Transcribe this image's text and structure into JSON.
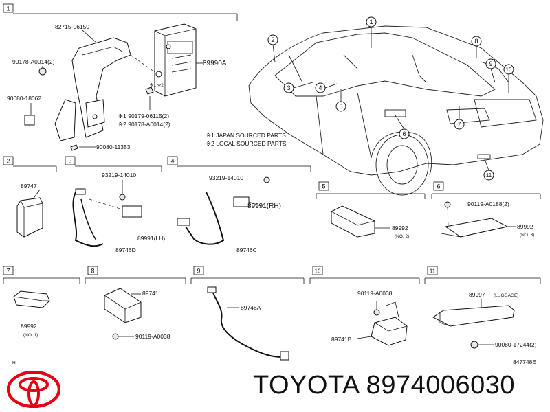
{
  "sections": [
    {
      "num": "1"
    },
    {
      "num": "2"
    },
    {
      "num": "3"
    },
    {
      "num": "4"
    },
    {
      "num": "5"
    },
    {
      "num": "6"
    },
    {
      "num": "7"
    },
    {
      "num": "8"
    },
    {
      "num": "9"
    },
    {
      "num": "10"
    },
    {
      "num": "11"
    }
  ],
  "section1": {
    "bracket": "82715-06150",
    "ecu": "89990A",
    "nut": "90178-A0014(2)",
    "clip": "90080-18062",
    "bolt": "90080-11353",
    "note1": "※1  90179-06115(2)",
    "note2": "※2  90178-A0014(2)"
  },
  "legend": {
    "line1": "※1 JAPAN SOURCED PARTS",
    "line2": "※2 LOCAL SOURCED PARTS"
  },
  "car_callouts": [
    "1",
    "2",
    "3",
    "4",
    "5",
    "6",
    "7",
    "8",
    "9",
    "10",
    "11"
  ],
  "section2": {
    "part": "89747"
  },
  "section3": {
    "screw": "93219-14010",
    "sensor": "89991(LH)",
    "harness": "89746D"
  },
  "section4": {
    "screw": "93219-14010",
    "sensor": "89991(RH)",
    "harness": "89746C"
  },
  "section5": {
    "part": "89992",
    "note": "(NO. 2)"
  },
  "section6": {
    "bolt": "90119-A0188(2)",
    "part": "89992",
    "note": "(NO. 3)"
  },
  "section7": {
    "part": "89992",
    "note": "(NO. 1)"
  },
  "section8": {
    "part": "89741",
    "bolt": "90119-A0038"
  },
  "section9": {
    "part": "89746A"
  },
  "section10": {
    "bolt": "90119-A0038",
    "part": "89741B"
  },
  "section11": {
    "part": "89997",
    "note": "(LUGGAGE)",
    "bolt": "90080-17244(2)"
  },
  "footer": {
    "left_mark": "H",
    "diagram_code": "847748E"
  },
  "brand": {
    "text": "TOYOTA 8974006030",
    "logo": "toyota-logo",
    "logo_color": "#e60012"
  }
}
